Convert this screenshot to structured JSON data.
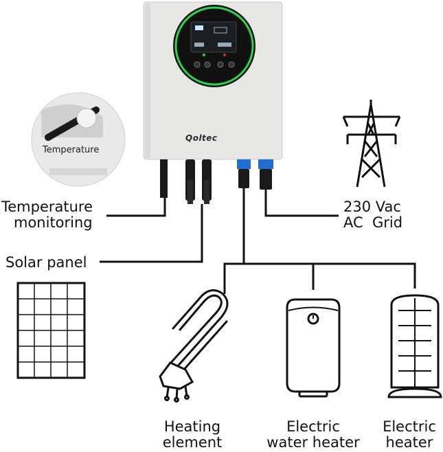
{
  "device": {
    "brand": "Qoltec"
  },
  "inset": {
    "caption": "Temperature"
  },
  "labels": {
    "temperature_monitoring": [
      "Temperature",
      "monitoring"
    ],
    "solar_panel": "Solar panel",
    "grid": [
      "230 Vac",
      "AC  Grid"
    ],
    "heating_element": [
      "Heating",
      "element"
    ],
    "water_heater": [
      "Electric",
      "water heater"
    ],
    "electric_heater": [
      "Electric",
      "heater"
    ]
  },
  "colors": {
    "inverter_body": "#e7e8e6",
    "display_ring": "#2fd24a",
    "connector_blue": "#1f6fd0",
    "line": "#111111"
  }
}
